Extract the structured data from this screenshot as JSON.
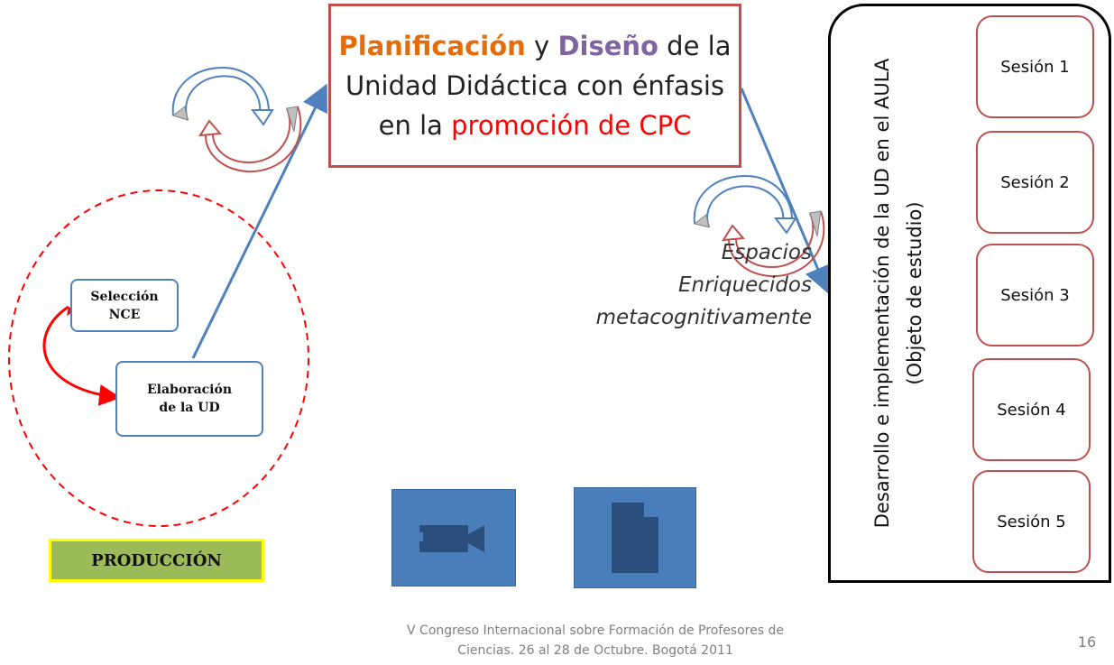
{
  "title_box": {
    "word_planificacion": "Planificación",
    "word_y": " y ",
    "word_diseno": "Diseño",
    "rest_line1": " de la",
    "line2": "Unidad Didáctica con énfasis",
    "line3_prefix": "en la ",
    "line3_highlight": "promoción de CPC"
  },
  "produccion": {
    "seleccion_box": "Selección\nNCE",
    "elaboracion_box": "Elaboración\nde  la UD",
    "label": "PRODUCCIÓN"
  },
  "espacios": {
    "line1": "Espacios",
    "line2": "Enriquecidos",
    "line3": "metacognitivamente"
  },
  "aula": {
    "vertical_line1": "Desarrollo e implementación  de la UD en el AULA",
    "vertical_line2": "(Objeto de estudio)",
    "sessions": [
      "Sesión 1",
      "Sesión 2",
      "Sesión 3",
      "Sesión 4",
      "Sesión 5"
    ]
  },
  "media": {
    "video_icon": "video-camera-icon",
    "document_icon": "document-icon"
  },
  "footer": {
    "line1": "V Congreso Internacional sobre Formación de Profesores de",
    "line2": "Ciencias. 26 al 28 de Octubre. Bogotá 2011",
    "page_number": "16"
  },
  "colors": {
    "box_red": "#c0504d",
    "box_blue": "#4f81bd",
    "orange": "#e46c0a",
    "purple": "#8064a2",
    "red_text": "#ff0000",
    "produccion_fill": "#9bbb59",
    "produccion_border": "#ffff00",
    "tile_blue": "#4a7ebb"
  }
}
